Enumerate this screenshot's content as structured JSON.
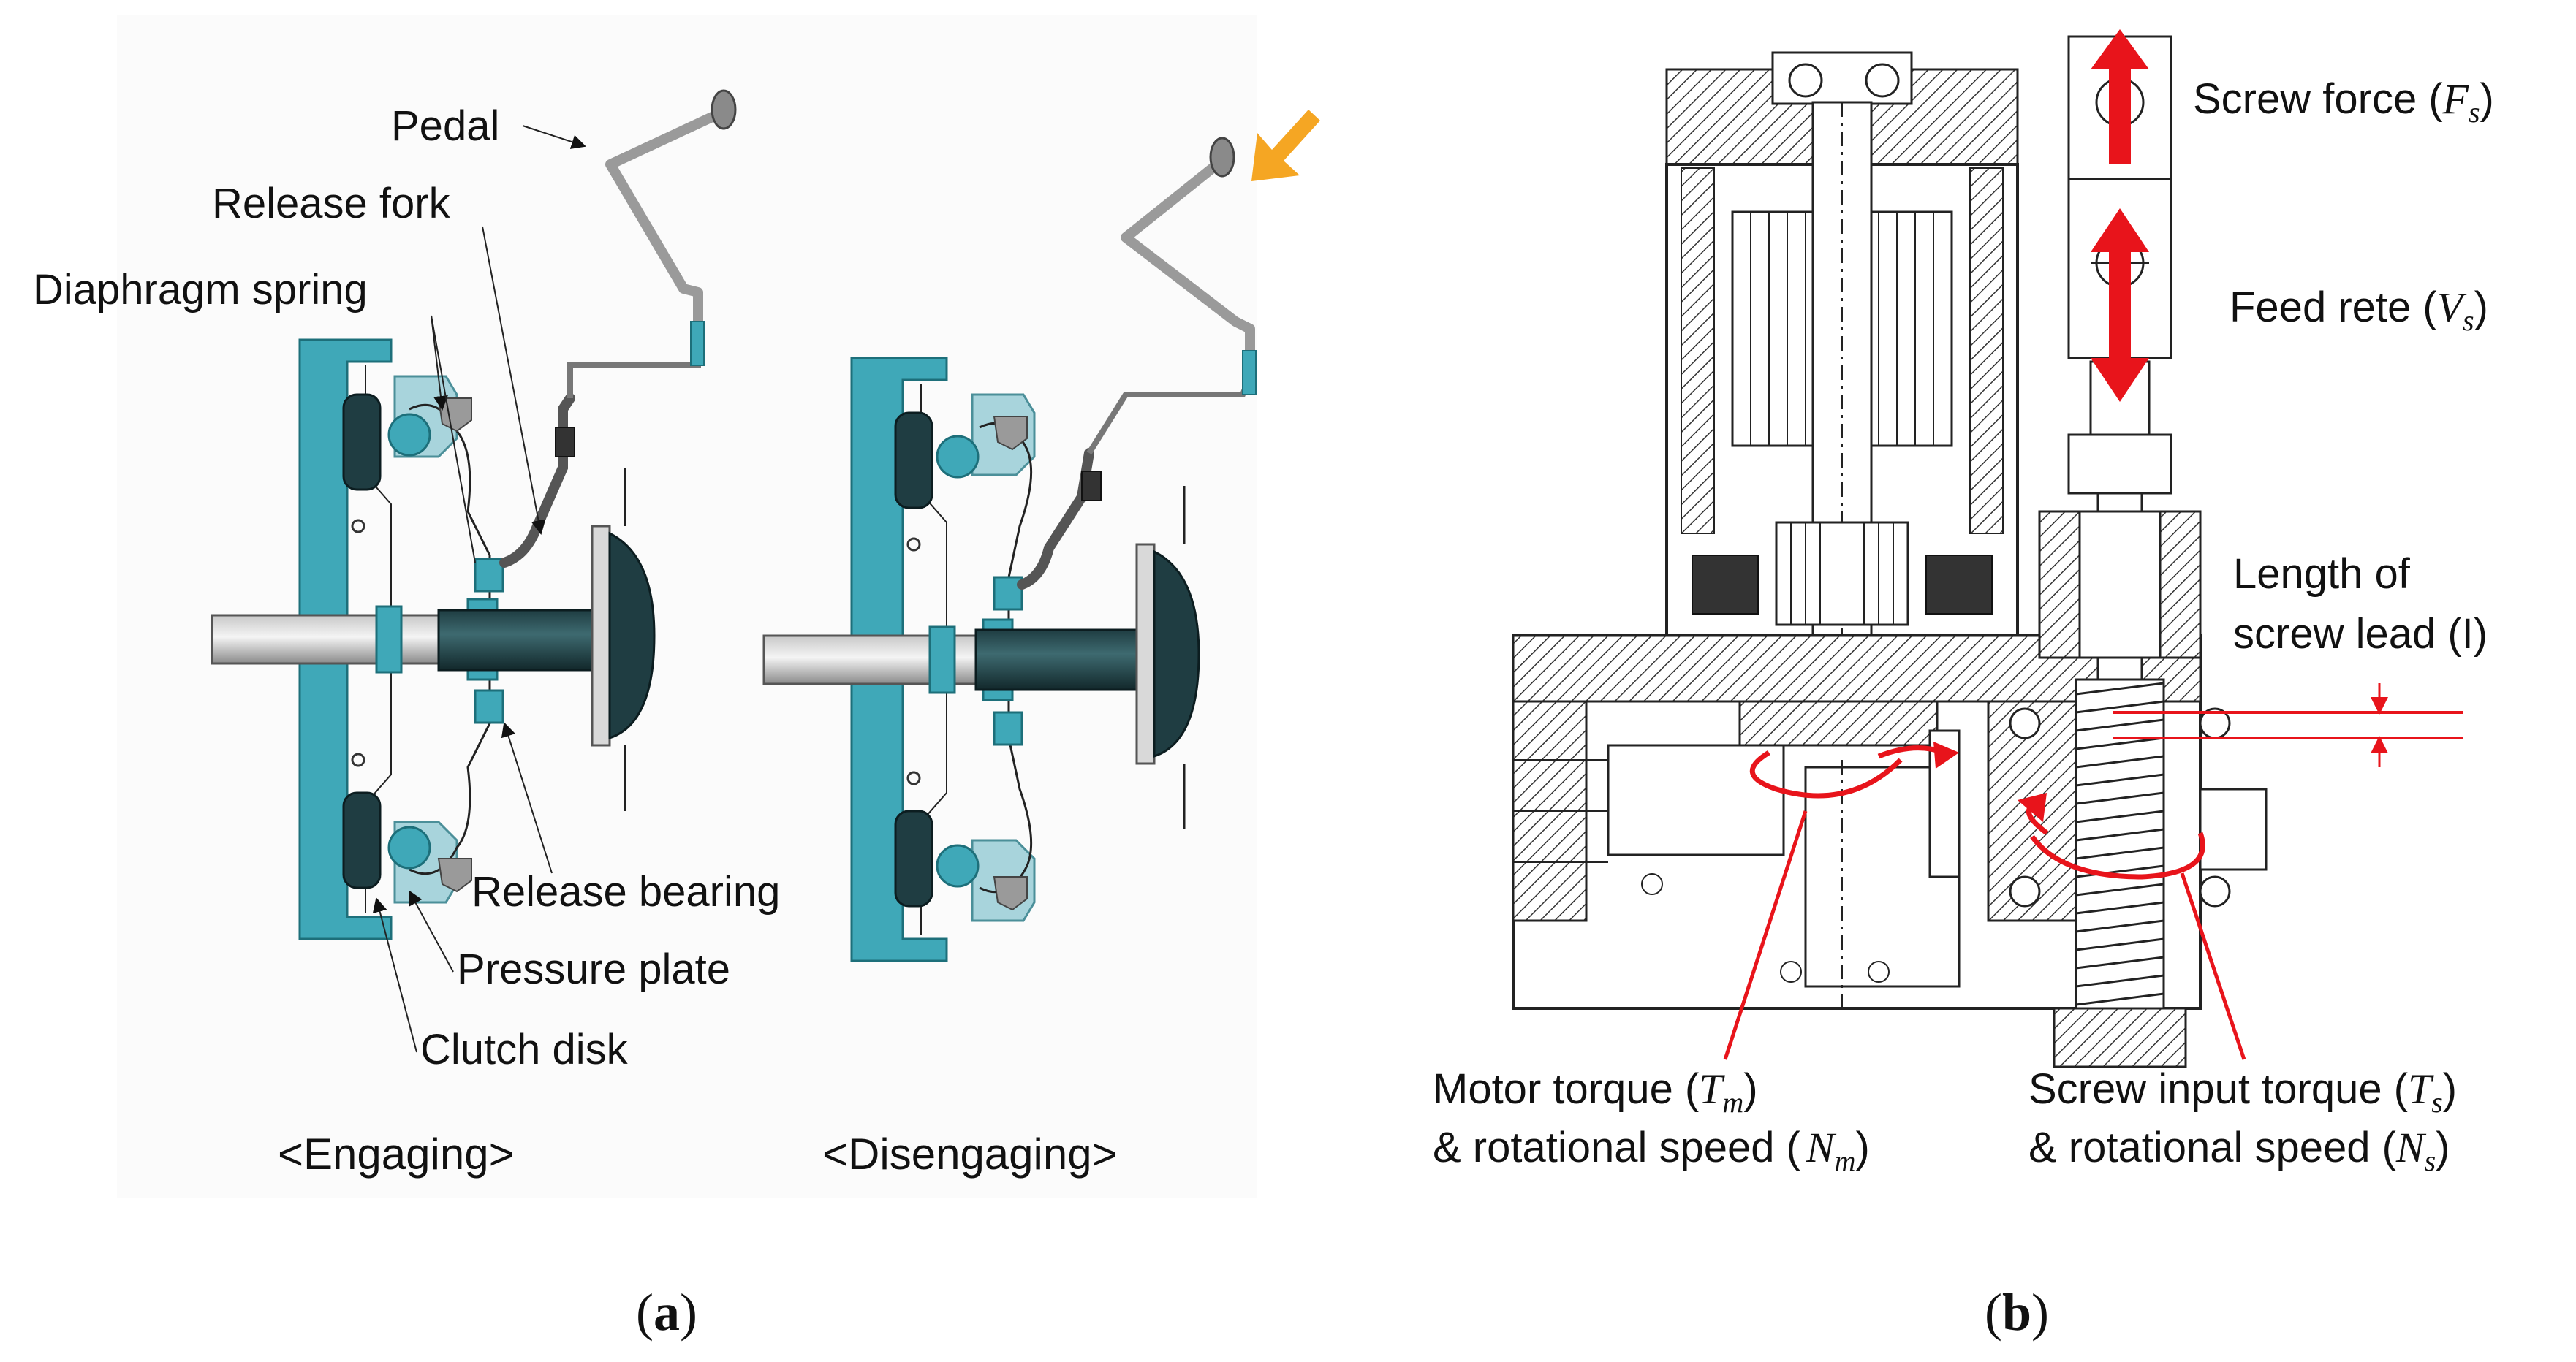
{
  "panel_a": {
    "labels": {
      "pedal": "Pedal",
      "release_fork": "Release fork",
      "diaphragm_spring": "Diaphragm spring",
      "release_bearing": "Release bearing",
      "pressure_plate": "Pressure plate",
      "clutch_disk": "Clutch disk"
    },
    "captions": {
      "engaging": "<Engaging>",
      "disengaging": "<Disengaging>"
    },
    "panel_label": "a"
  },
  "panel_b": {
    "labels": {
      "screw_force": "Screw force",
      "screw_force_sym": "F",
      "screw_force_sub": "s",
      "feed_rate": "Feed rete",
      "feed_rate_sym": "V",
      "feed_rate_sub": "s",
      "lead_line1": "Length of",
      "lead_line2": "screw lead (I)",
      "motor_torque": "Motor torque",
      "motor_torque_sym": "T",
      "motor_torque_sub": "m",
      "motor_speed": "& rotational speed",
      "motor_speed_sym": "N",
      "motor_speed_sub": "m",
      "screw_torque": "Screw input torque",
      "screw_torque_sym": "T",
      "screw_torque_sub": "s",
      "screw_speed": "& rotational speed",
      "screw_speed_sym": "N",
      "screw_speed_sub": "s"
    },
    "panel_label": "b"
  },
  "colors": {
    "clutch_teal": "#3fa8b8",
    "clutch_light": "#a8d4dc",
    "dark_metal": "#1f3d42",
    "arrow_red": "#e8141b",
    "pedal_arrow_orange": "#f5a623"
  }
}
